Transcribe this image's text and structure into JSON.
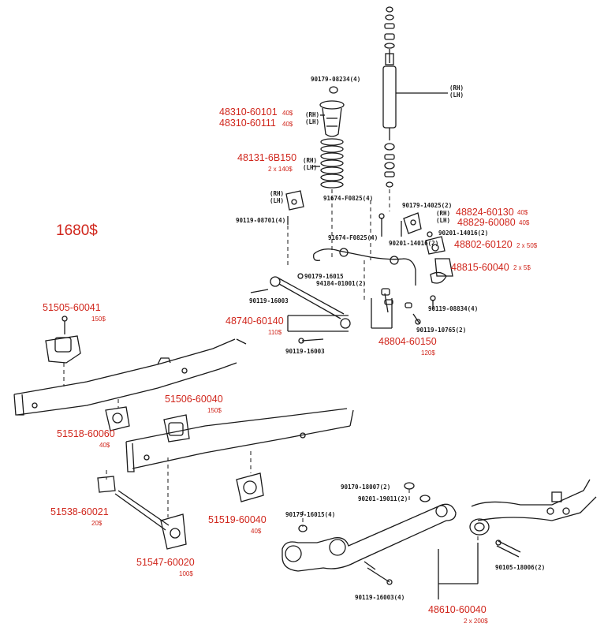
{
  "colors": {
    "accent_red": "#d0261c",
    "line": "#1a1a1a"
  },
  "total_price": "1680$",
  "callouts": [
    {
      "id": "c1",
      "part": "48310-60101",
      "price": "40$"
    },
    {
      "id": "c2",
      "part": "48310-60111",
      "price": "40$"
    },
    {
      "id": "c3",
      "part": "48131-6B150",
      "price": "2 x 140$"
    },
    {
      "id": "c4",
      "part": "48824-60130",
      "price": "40$"
    },
    {
      "id": "c5",
      "part": "48829-60080",
      "price": "40$"
    },
    {
      "id": "c6",
      "part": "48802-60120",
      "price": "2 x 50$"
    },
    {
      "id": "c7",
      "part": "48815-60040",
      "price": "2 x 5$"
    },
    {
      "id": "c8",
      "part": "48740-60140",
      "price": "110$"
    },
    {
      "id": "c9",
      "part": "48804-60150",
      "price": "120$"
    },
    {
      "id": "c10",
      "part": "51505-60041",
      "price": "150$"
    },
    {
      "id": "c11",
      "part": "51506-60040",
      "price": "150$"
    },
    {
      "id": "c12",
      "part": "51518-60060",
      "price": "40$"
    },
    {
      "id": "c13",
      "part": "51538-60021",
      "price": "20$"
    },
    {
      "id": "c14",
      "part": "51519-60040",
      "price": "40$"
    },
    {
      "id": "c15",
      "part": "51547-60020",
      "price": "100$"
    },
    {
      "id": "c16",
      "part": "48610-60040",
      "price": "2 x 200$"
    }
  ],
  "hardware_labels": [
    "90179-08234(4)",
    "(RH)",
    "(LH)",
    "(RH)",
    "(LH)",
    "(RH)",
    "(LH)",
    "(RH)",
    "(LH)",
    "91674-F0825(4)",
    "90179-14025(2)",
    "(RH)",
    "(LH)",
    "90119-08701(4)",
    "90201-14016(2)",
    "91674-F0825(4)",
    "90201-14016(2)",
    "90179-16015",
    "94184-01001(2)",
    "90119-16003",
    "90119-08834(4)",
    "90119-10765(2)",
    "90119-16003",
    "90170-18007(2)",
    "90201-19011(2)",
    "90179-16015(4)",
    "90105-18006(2)",
    "90119-16003(4)"
  ]
}
